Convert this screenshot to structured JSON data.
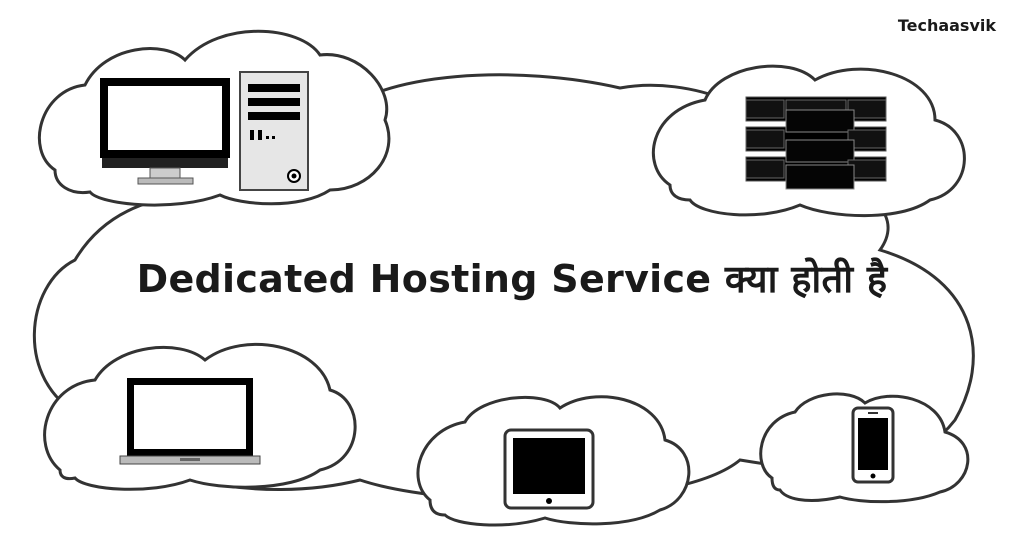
{
  "brand": {
    "name": "Techaasvik"
  },
  "title": {
    "text": "Dedicated Hosting Service क्या होती है"
  },
  "colors": {
    "outline": "#333333",
    "device_fill": "#000000",
    "screen_fill": "#ffffff",
    "tower_fill": "#e6e6e6",
    "background": "#ffffff"
  },
  "nodes": [
    {
      "id": "desktop-computer",
      "icon": "desktop-computer-icon"
    },
    {
      "id": "server-rack",
      "icon": "server-rack-icon"
    },
    {
      "id": "laptop",
      "icon": "laptop-icon"
    },
    {
      "id": "tablet",
      "icon": "tablet-icon"
    },
    {
      "id": "smartphone",
      "icon": "smartphone-icon"
    }
  ]
}
